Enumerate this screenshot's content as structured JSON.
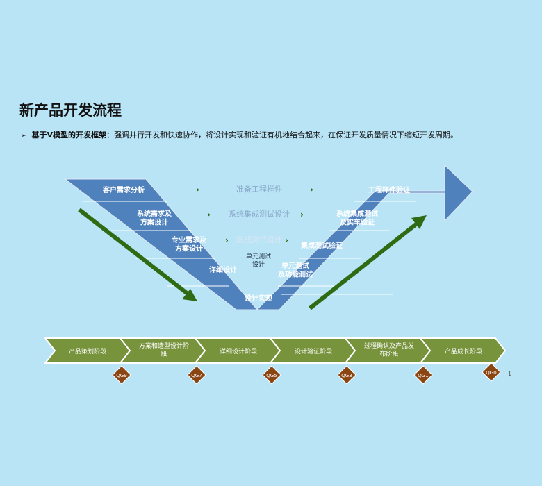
{
  "page": {
    "title": "新产品开发流程",
    "subtitle_bold": "基于V模型的开发框架：",
    "subtitle_text": "强调并行开发和快速协作，将设计实现和验证有机地结合起来，在保证开发质量情况下缩短开发周期。",
    "page_number": "1"
  },
  "v_model": {
    "left_steps": [
      "客户需求分析",
      "系统需求及\n方案设计",
      "专业需求及\n方案设计",
      "详细设计"
    ],
    "bottom_step": "设计实现",
    "right_steps": [
      "工程样件验证",
      "系统集成测试\n及实车验证",
      "集成测试验证",
      "单元测试\n及功能测试"
    ],
    "middle_links": [
      "准备工程样件",
      "系统集成测试设计",
      "集成测试设计",
      "单元测试\n设计"
    ]
  },
  "stages": [
    "产品策划阶段",
    "方案和造型设计阶\n段",
    "详细设计阶段",
    "设计验证阶段",
    "过程确认及产品发\n布阶段",
    "产品成长阶段"
  ],
  "gates": [
    "QG9",
    "QG7",
    "QG5",
    "QG3",
    "QG1",
    "QG0"
  ],
  "colors": {
    "background": "#b9e4f6",
    "v_fill": "#4f81bd",
    "green_arrow": "#2f6b12",
    "stage_fill": "#77933c",
    "gate_fill": "#8b4513"
  }
}
